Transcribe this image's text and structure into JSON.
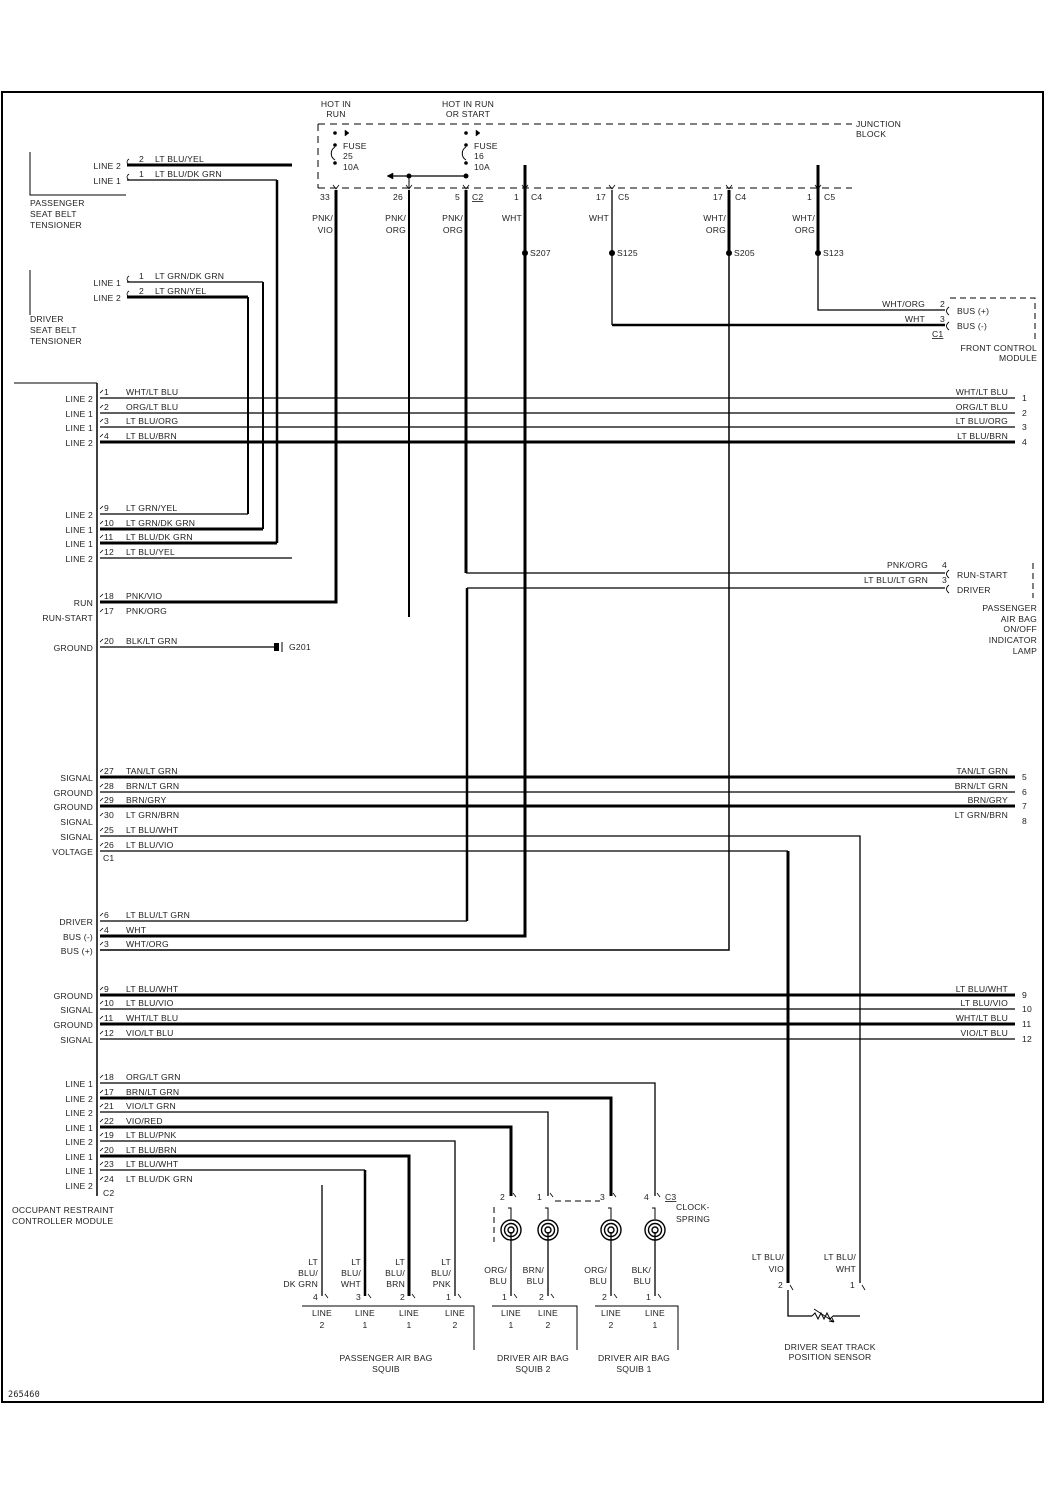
{
  "diagram_number": "265460",
  "junction_block": {
    "title": [
      "JUNCTION",
      "BLOCK"
    ],
    "hot_in_run": [
      "HOT IN",
      "RUN"
    ],
    "hot_in_run_or_start": [
      "HOT IN RUN",
      "OR START"
    ],
    "fuses": [
      {
        "name": "FUSE",
        "number": "25",
        "rating": "10A"
      },
      {
        "name": "FUSE",
        "number": "16",
        "rating": "10A"
      }
    ],
    "pins": [
      {
        "pin": "33",
        "color": [
          "PNK/",
          "VIO"
        ]
      },
      {
        "pin": "26",
        "color": [
          "PNK/",
          "ORG"
        ]
      },
      {
        "pin": "5",
        "connector": "C2",
        "color": [
          "PNK/",
          "ORG"
        ]
      },
      {
        "pin": "1",
        "connector": "C4",
        "color": [
          "WHT"
        ],
        "splice": "S207"
      },
      {
        "pin": "17",
        "connector": "C5",
        "color": [
          "WHT"
        ],
        "splice": "S125"
      },
      {
        "pin": "17",
        "connector": "C4",
        "color": [
          "WHT/",
          "ORG"
        ],
        "splice": "S205"
      },
      {
        "pin": "1",
        "connector": "C5",
        "color": [
          "WHT/",
          "ORG"
        ],
        "splice": "S123"
      }
    ]
  },
  "passenger_seat_belt_tensioner": {
    "title": [
      "PASSENGER",
      "SEAT BELT",
      "TENSIONER"
    ],
    "pins": [
      {
        "function": "LINE 2",
        "pin": "2",
        "color": "LT BLU/YEL"
      },
      {
        "function": "LINE 1",
        "pin": "1",
        "color": "LT BLU/DK GRN"
      }
    ]
  },
  "driver_seat_belt_tensioner": {
    "title": [
      "DRIVER",
      "SEAT BELT",
      "TENSIONER"
    ],
    "pins": [
      {
        "function": "LINE 1",
        "pin": "1",
        "color": "LT GRN/DK GRN"
      },
      {
        "function": "LINE 2",
        "pin": "2",
        "color": "LT GRN/YEL"
      }
    ]
  },
  "front_control_module": {
    "title": [
      "FRONT CONTROL",
      "MODULE"
    ],
    "connector": "C1",
    "pins": [
      {
        "pin": "2",
        "color": "WHT/ORG",
        "function": "BUS (+)"
      },
      {
        "pin": "3",
        "color": "WHT",
        "function": "BUS (-)"
      }
    ]
  },
  "passenger_airbag_lamp": {
    "title": [
      "PASSENGER",
      "AIR BAG",
      "ON/OFF",
      "INDICATOR",
      "LAMP"
    ],
    "pins": [
      {
        "pin": "4",
        "color": "PNK/ORG",
        "function": "RUN-START"
      },
      {
        "pin": "3",
        "color": "LT BLU/LT GRN",
        "function": "DRIVER"
      }
    ]
  },
  "ground": {
    "id": "G201"
  },
  "orc": {
    "title": [
      "OCCUPANT RESTRAINT",
      "CONTROLLER MODULE"
    ],
    "connector_c1": "C1",
    "connector_c2": "C2",
    "wires": [
      {
        "function": "LINE 2",
        "pin": "1",
        "color": "WHT/LT BLU"
      },
      {
        "function": "LINE 1",
        "pin": "2",
        "color": "ORG/LT BLU"
      },
      {
        "function": "LINE 1",
        "pin": "3",
        "color": "LT BLU/ORG"
      },
      {
        "function": "LINE 2",
        "pin": "4",
        "color": "LT BLU/BRN"
      },
      {
        "function": "LINE 2",
        "pin": "9",
        "color": "LT GRN/YEL"
      },
      {
        "function": "LINE 1",
        "pin": "10",
        "color": "LT GRN/DK GRN"
      },
      {
        "function": "LINE 1",
        "pin": "11",
        "color": "LT BLU/DK GRN"
      },
      {
        "function": "LINE 2",
        "pin": "12",
        "color": "LT BLU/YEL"
      },
      {
        "function": "RUN",
        "pin": "18",
        "color": "PNK/VIO"
      },
      {
        "function": "RUN-START",
        "pin": "17",
        "color": "PNK/ORG"
      },
      {
        "function": "GROUND",
        "pin": "20",
        "color": "BLK/LT GRN"
      },
      {
        "function": "SIGNAL",
        "pin": "27",
        "color": "TAN/LT GRN"
      },
      {
        "function": "GROUND",
        "pin": "28",
        "color": "BRN/LT GRN"
      },
      {
        "function": "GROUND",
        "pin": "29",
        "color": "BRN/GRY"
      },
      {
        "function": "SIGNAL",
        "pin": "30",
        "color": "LT GRN/BRN"
      },
      {
        "function": "SIGNAL",
        "pin": "25",
        "color": "LT BLU/WHT"
      },
      {
        "function": "VOLTAGE",
        "pin": "26",
        "color": "LT BLU/VIO"
      },
      {
        "function": "DRIVER",
        "pin": "6",
        "color": "LT BLU/LT GRN"
      },
      {
        "function": "BUS (-)",
        "pin": "4",
        "color": "WHT"
      },
      {
        "function": "BUS (+)",
        "pin": "3",
        "color": "WHT/ORG"
      },
      {
        "function": "GROUND",
        "pin": "9",
        "color": "LT BLU/WHT"
      },
      {
        "function": "SIGNAL",
        "pin": "10",
        "color": "LT BLU/VIO"
      },
      {
        "function": "GROUND",
        "pin": "11",
        "color": "WHT/LT BLU"
      },
      {
        "function": "SIGNAL",
        "pin": "12",
        "color": "VIO/LT BLU"
      },
      {
        "function": "LINE 1",
        "pin": "18",
        "color": "ORG/LT GRN"
      },
      {
        "function": "LINE 2",
        "pin": "17",
        "color": "BRN/LT GRN"
      },
      {
        "function": "LINE 2",
        "pin": "21",
        "color": "VIO/LT GRN"
      },
      {
        "function": "LINE 1",
        "pin": "22",
        "color": "VIO/RED"
      },
      {
        "function": "LINE 2",
        "pin": "19",
        "color": "LT BLU/PNK"
      },
      {
        "function": "LINE 1",
        "pin": "20",
        "color": "LT BLU/BRN"
      },
      {
        "function": "LINE 1",
        "pin": "23",
        "color": "LT BLU/WHT"
      },
      {
        "function": "LINE 2",
        "pin": "24",
        "color": "LT BLU/DK GRN"
      }
    ],
    "right_wires": [
      {
        "color": "WHT/LT BLU",
        "pin": "1"
      },
      {
        "color": "ORG/LT BLU",
        "pin": "2"
      },
      {
        "color": "LT BLU/ORG",
        "pin": "3"
      },
      {
        "color": "LT BLU/BRN",
        "pin": "4"
      },
      {
        "color": "TAN/LT GRN",
        "pin": "5"
      },
      {
        "color": "BRN/LT GRN",
        "pin": "6"
      },
      {
        "color": "BRN/GRY",
        "pin": "7"
      },
      {
        "color": "LT GRN/BRN",
        "pin": "8"
      },
      {
        "color": "LT BLU/WHT",
        "pin": "9"
      },
      {
        "color": "LT BLU/VIO",
        "pin": "10"
      },
      {
        "color": "WHT/LT BLU",
        "pin": "11"
      },
      {
        "color": "VIO/LT BLU",
        "pin": "12"
      }
    ]
  },
  "clockspring": {
    "title": [
      "CLOCK-",
      "SPRING"
    ],
    "connector": "C3",
    "pins": [
      "2",
      "1",
      "3",
      "4"
    ]
  },
  "passenger_squib": {
    "title": [
      "PASSENGER AIR BAG",
      "SQUIB"
    ],
    "pins": [
      {
        "pin": "4",
        "color": [
          "LT",
          "BLU/",
          "DK GRN"
        ],
        "line": [
          "LINE",
          "2"
        ]
      },
      {
        "pin": "3",
        "color": [
          "LT",
          "BLU/",
          "WHT"
        ],
        "line": [
          "LINE",
          "1"
        ]
      },
      {
        "pin": "2",
        "color": [
          "LT",
          "BLU/",
          "BRN"
        ],
        "line": [
          "LINE",
          "1"
        ]
      },
      {
        "pin": "1",
        "color": [
          "LT",
          "BLU/",
          "PNK"
        ],
        "line": [
          "LINE",
          "2"
        ]
      }
    ]
  },
  "driver_squib_2": {
    "title": [
      "DRIVER AIR BAG",
      "SQUIB 2"
    ],
    "pins": [
      {
        "pin": "1",
        "color": [
          "ORG/",
          "BLU"
        ],
        "line": [
          "LINE",
          "1"
        ]
      },
      {
        "pin": "2",
        "color": [
          "BRN/",
          "BLU"
        ],
        "line": [
          "LINE",
          "2"
        ]
      }
    ]
  },
  "driver_squib_1": {
    "title": [
      "DRIVER AIR BAG",
      "SQUIB 1"
    ],
    "pins": [
      {
        "pin": "2",
        "color": [
          "ORG/",
          "BLU"
        ],
        "line": [
          "LINE",
          "2"
        ]
      },
      {
        "pin": "1",
        "color": [
          "BLK/",
          "BLU"
        ],
        "line": [
          "LINE",
          "1"
        ]
      }
    ]
  },
  "seat_track_sensor": {
    "title": [
      "DRIVER SEAT TRACK",
      "POSITION SENSOR"
    ],
    "pins": [
      {
        "pin": "2",
        "color": [
          "LT BLU/",
          "VIO"
        ]
      },
      {
        "pin": "1",
        "color": [
          "LT BLU/",
          "WHT"
        ]
      }
    ]
  }
}
